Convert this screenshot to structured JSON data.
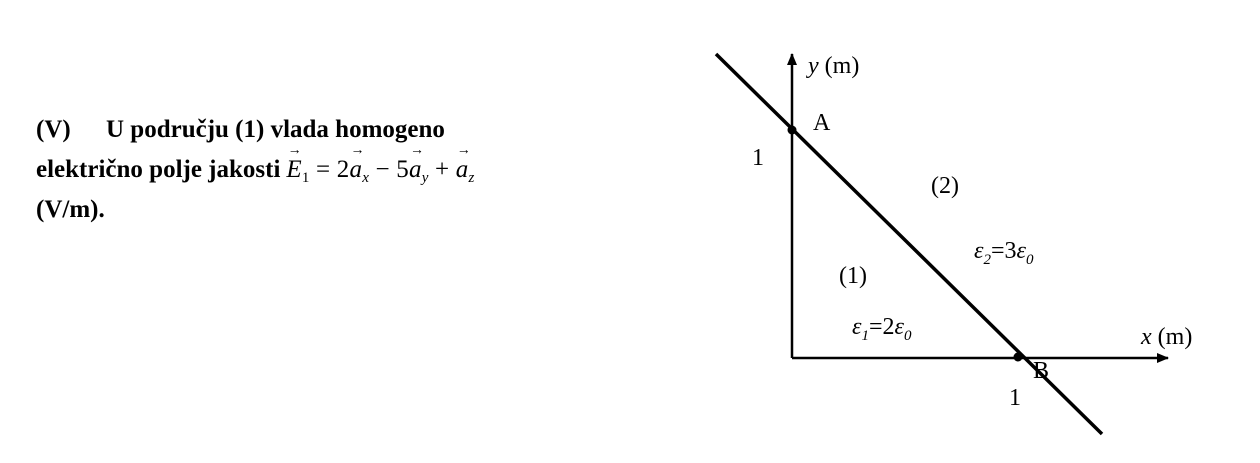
{
  "problem": {
    "tag": "(V)",
    "line1": "U području (1) vlada homogeno",
    "line2": "električno polje jakosti",
    "line3": "(V/m).",
    "field": {
      "symbol": "E",
      "symbol_sub": "1",
      "equals": " = 2",
      "ax": "a",
      "ax_sub": "x",
      "minus": " − 5",
      "ay": "a",
      "ay_sub": "y",
      "plus": " + ",
      "az": "a",
      "az_sub": "z"
    }
  },
  "diagram": {
    "y_axis_var": "y",
    "y_axis_unit": " (m)",
    "x_axis_var": "x",
    "x_axis_unit": " (m)",
    "tick_y": "1",
    "tick_x": "1",
    "point_a": "A",
    "point_b": "B",
    "region_1": "(1)",
    "region_2": "(2)",
    "eps1": {
      "sym": "ε",
      "sub": "1",
      "eq": "=2",
      "sym0": "ε",
      "sub0": "0"
    },
    "eps2": {
      "sym": "ε",
      "sub": "2",
      "eq": "=3",
      "sym0": "ε",
      "sub0": "0"
    }
  }
}
